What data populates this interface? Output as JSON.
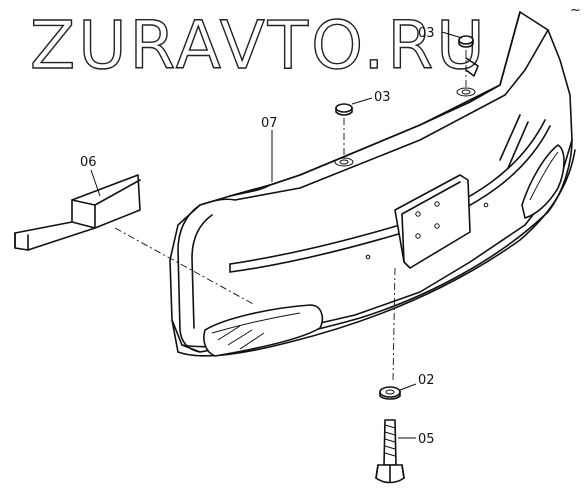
{
  "watermark": "ZURAVTO.RU",
  "corner_mark": "~",
  "parts": [
    {
      "id": "0",
      "label": "03"
    },
    {
      "id": "1",
      "label": "03"
    },
    {
      "id": "2",
      "label": "07"
    },
    {
      "id": "3",
      "label": "06"
    },
    {
      "id": "4",
      "label": "02"
    },
    {
      "id": "5",
      "label": "05"
    }
  ]
}
